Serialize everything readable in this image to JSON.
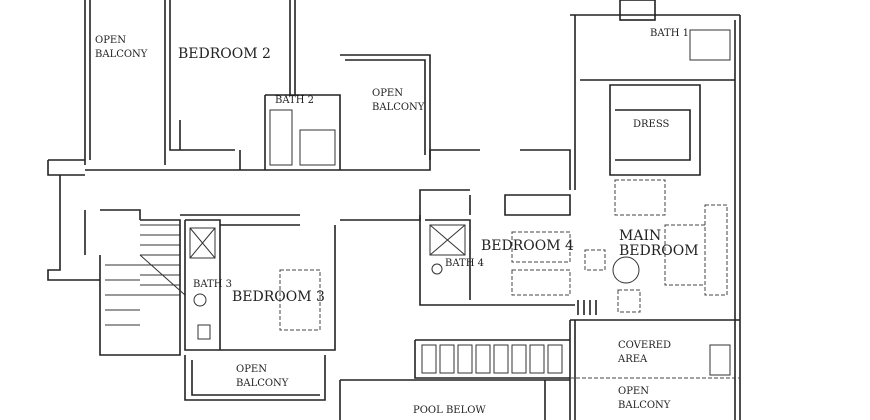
{
  "rooms": {
    "open_balcony_top_left": [
      "OPEN",
      "BALCONY"
    ],
    "bedroom_2": "BEDROOM 2",
    "bath_2": "BATH 2",
    "open_balcony_center": [
      "OPEN",
      "BALCONY"
    ],
    "bath_1": "BATH 1",
    "dress": "DRESS",
    "main_bedroom": [
      "MAIN",
      "BEDROOM"
    ],
    "bedroom_4": "BEDROOM 4",
    "bath_4": "BATH 4",
    "bath_3": "BATH 3",
    "bedroom_3": "BEDROOM 3",
    "open_balcony_bottom": [
      "OPEN",
      "BALCONY"
    ],
    "pool_below": "POOL BELOW",
    "covered_area": [
      "COVERED",
      "AREA"
    ],
    "open_balcony_bottom_right": [
      "OPEN",
      "BALCONY"
    ]
  }
}
